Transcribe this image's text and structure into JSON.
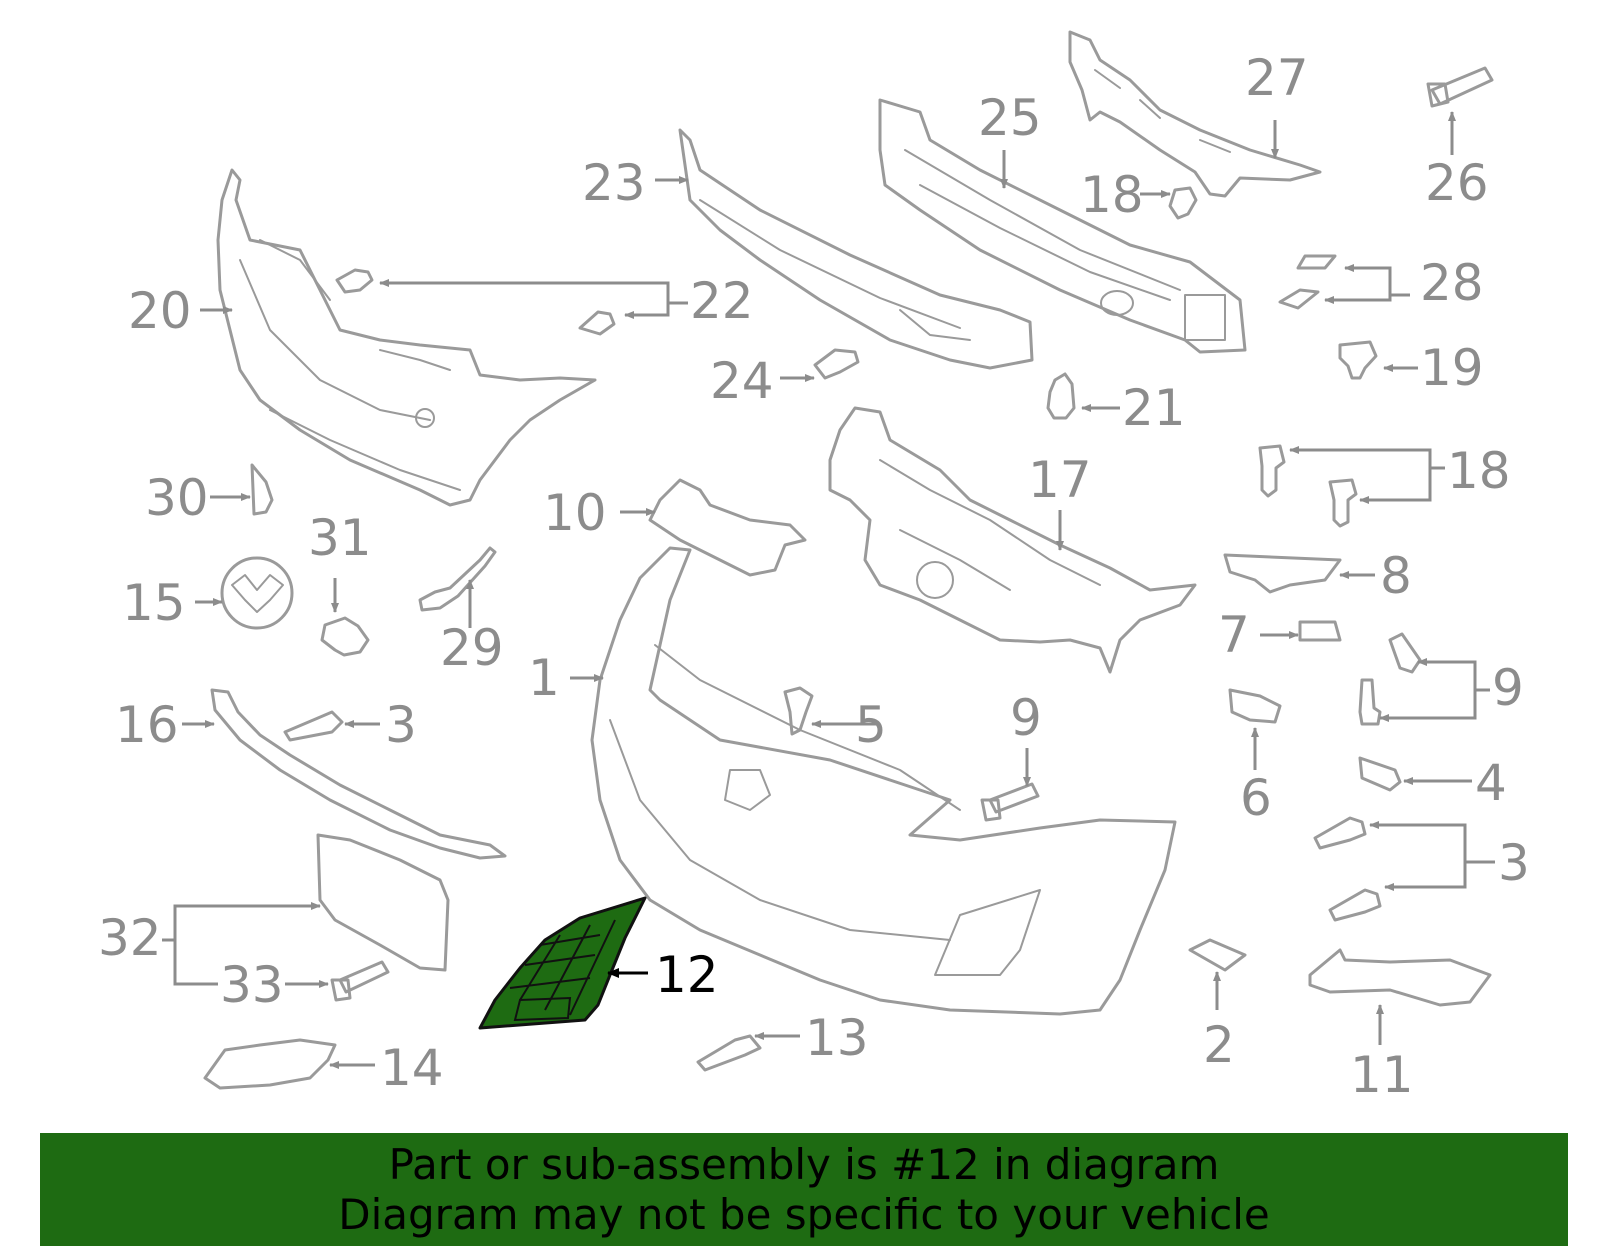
{
  "diagram": {
    "callouts": {
      "c1": "1",
      "c2": "2",
      "c3a": "3",
      "c3b": "3",
      "c4": "4",
      "c5": "5",
      "c6": "6",
      "c7": "7",
      "c8": "8",
      "c9a": "9",
      "c9b": "9",
      "c10": "10",
      "c11": "11",
      "c12": "12",
      "c13": "13",
      "c14": "14",
      "c15": "15",
      "c16": "16",
      "c17": "17",
      "c18a": "18",
      "c18b": "18",
      "c19": "19",
      "c20": "20",
      "c21": "21",
      "c22": "22",
      "c23": "23",
      "c24": "24",
      "c25": "25",
      "c26": "26",
      "c27": "27",
      "c28": "28",
      "c29": "29",
      "c30": "30",
      "c31": "31",
      "c32": "32",
      "c33": "33"
    },
    "highlighted_part": "12",
    "colors": {
      "line": "#9a9a9a",
      "highlight_fill": "#1e6b12",
      "highlight_text": "#000000"
    }
  },
  "banner": {
    "line1": "Part or sub-assembly is #12 in diagram",
    "line2": "Diagram may not be specific to your vehicle",
    "background": "#1e6b12"
  }
}
